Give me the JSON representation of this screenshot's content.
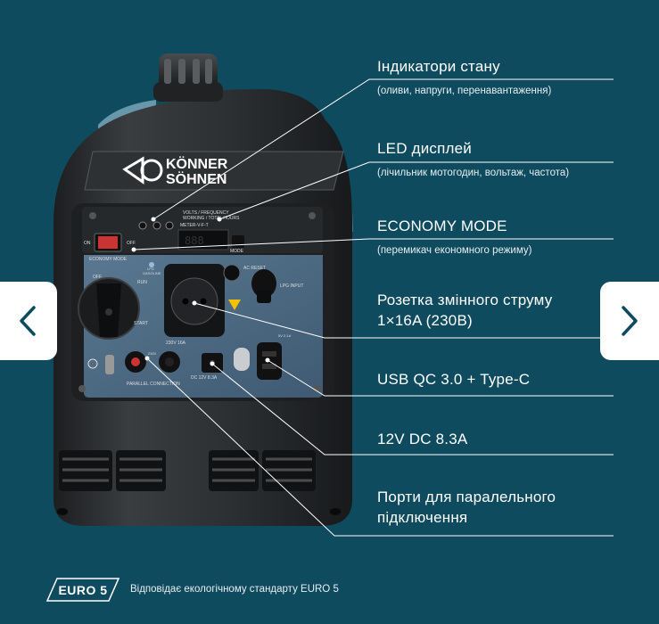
{
  "brand": {
    "line1": "KÖNNER",
    "line2": "SÖHNEN"
  },
  "features": [
    {
      "title": "Індикатори стану",
      "subtitle": "(оливи, напруги, перенавантаження)"
    },
    {
      "title": "LED дисплей",
      "subtitle": "(лічильник мотогодин, вольтаж, частота)"
    },
    {
      "title": "ECONOMY MODE",
      "subtitle": "(перемикач економного режиму)"
    },
    {
      "title": "Розетка змінного струму",
      "title2": "1×16A (230В)"
    },
    {
      "title": "USB QC 3.0 + Type-C"
    },
    {
      "title": "12V DC 8.3A"
    },
    {
      "title": "Порти для паралельного",
      "title2": "підключення"
    }
  ],
  "panel": {
    "volt_label": "VOLTS / FREQUENCY",
    "hours_label": "WORKING / TOTAL HOURS",
    "meter_label": "METER-V-F-T",
    "mode_label": "MODE",
    "on_label": "ON",
    "off_label": "OFF",
    "eco_label": "ECONOMY MODE",
    "lpg_label": "LPG",
    "gasoline_label": "GASOLINE",
    "run_label": "RUN",
    "start_label": "START",
    "off2_label": "OFF",
    "ac_reset_label": "AC RESET",
    "lpg_input_label": "LPG INPUT",
    "socket_label": "230V 16A",
    "parallel_label": "PARALLEL CONNECTION",
    "dc_label": "DC 12V 8.3A",
    "usb_label": "5V 2.1A",
    "v230_label": "230V"
  },
  "euro": {
    "badge": "EURO 5",
    "caption": "Відповідає екологічному стандарту EURO 5"
  },
  "colors": {
    "background": "#0f4b5f",
    "generator_body": "#26292c",
    "panel": "#4f6d86"
  }
}
